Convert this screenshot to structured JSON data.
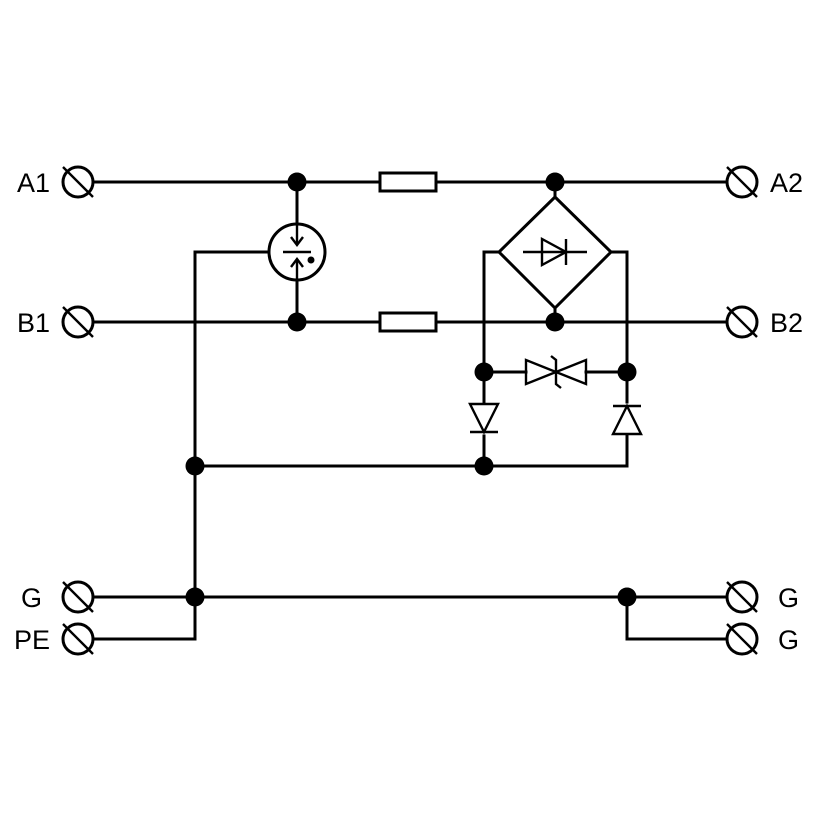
{
  "terminals": {
    "a1": "A1",
    "b1": "B1",
    "g_left": "G",
    "pe": "PE",
    "a2": "A2",
    "b2": "B2",
    "g_right_1": "G",
    "g_right_2": "G"
  },
  "colors": {
    "line": "#000000",
    "background": "#ffffff"
  }
}
